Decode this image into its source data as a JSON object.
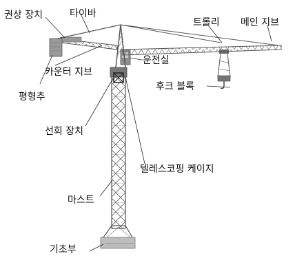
{
  "labels": {
    "hoist": "권상 장치",
    "tie_bar": "타이바",
    "trolley": "트롤리",
    "main_jib": "메인 지브",
    "cab": "운전실",
    "counter_jib": "카운터 지브",
    "hook_block": "후크 블록",
    "counterweight": "평형추",
    "slewing": "선회 장치",
    "telescoping_cage": "텔레스코핑 케이지",
    "mast": "마스트",
    "foundation": "기초부"
  },
  "colors": {
    "steel": "#555555",
    "steel_light": "#8a8a8a",
    "counterweight": "#9a9a9a",
    "leader": "#222222",
    "text": "#111111"
  }
}
